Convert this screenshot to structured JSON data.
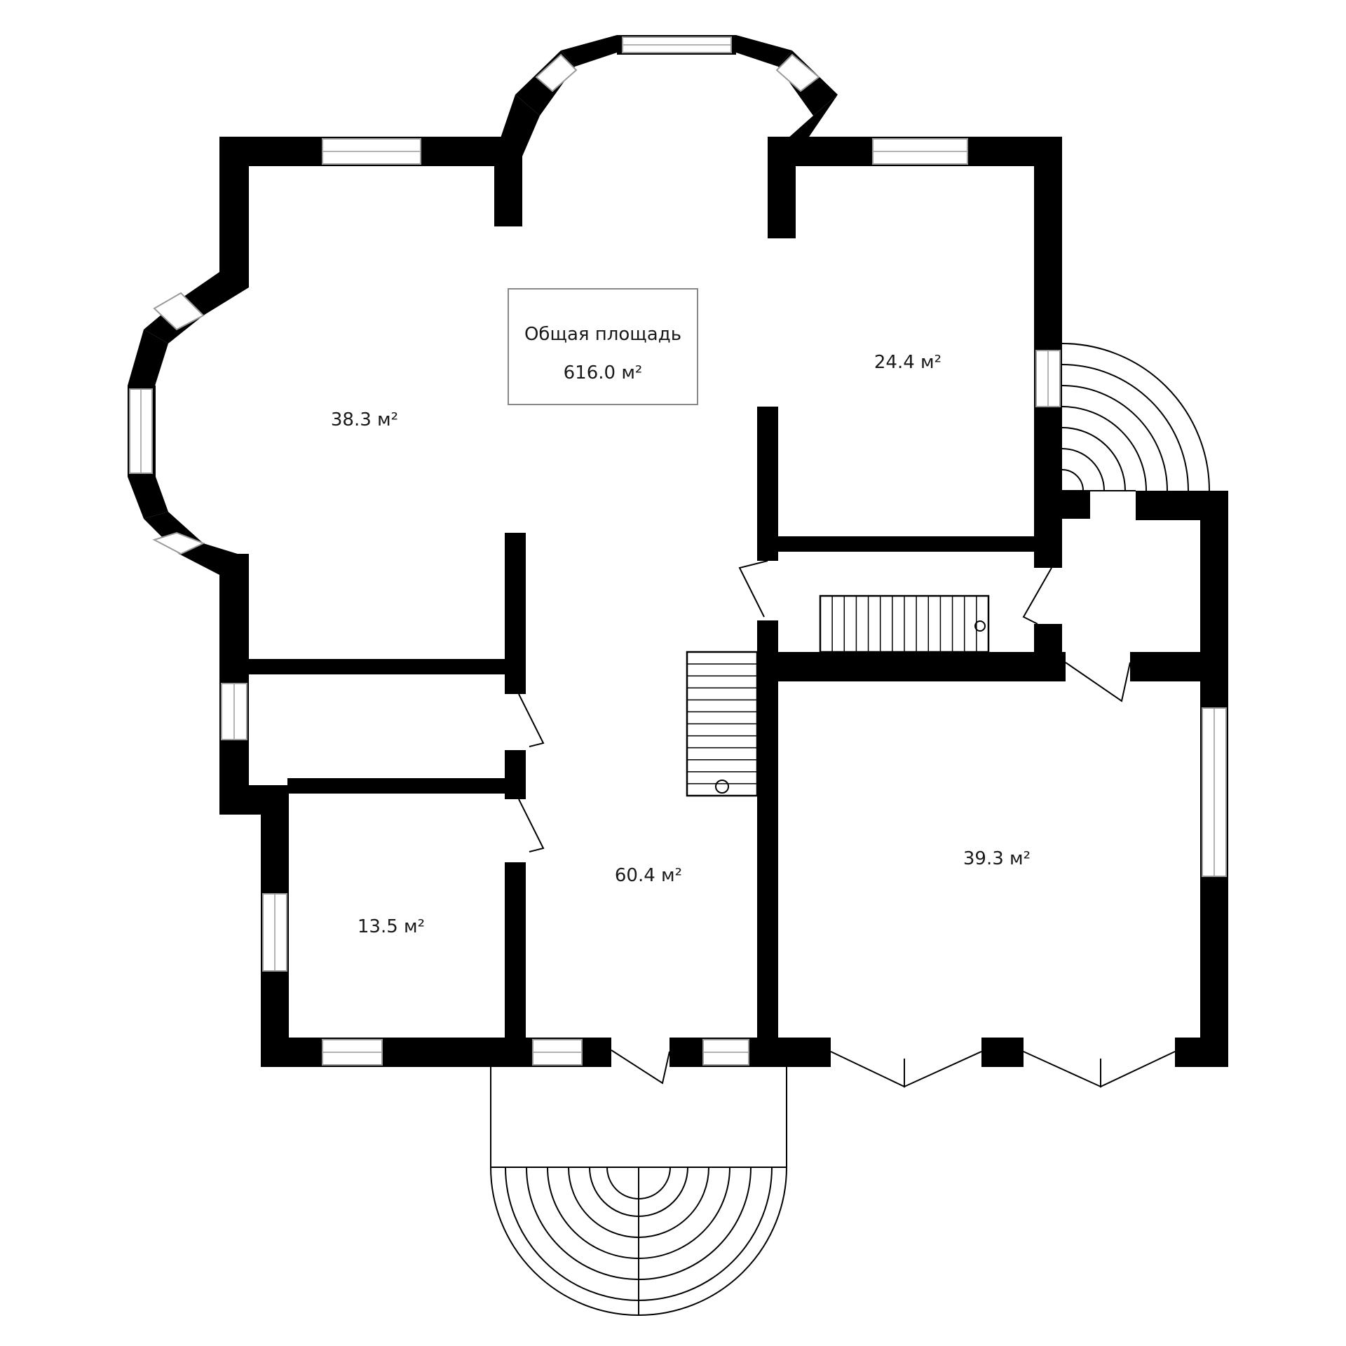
{
  "summary": {
    "title": "Общая площадь",
    "total": "616.0 м²"
  },
  "rooms": [
    {
      "id": "room-38-3",
      "area": "38.3 м²"
    },
    {
      "id": "room-24-4",
      "area": "24.4 м²"
    },
    {
      "id": "room-39-3",
      "area": "39.3 м²"
    },
    {
      "id": "room-60-4",
      "area": "60.4 м²"
    },
    {
      "id": "room-13-5",
      "area": "13.5 м²"
    }
  ]
}
